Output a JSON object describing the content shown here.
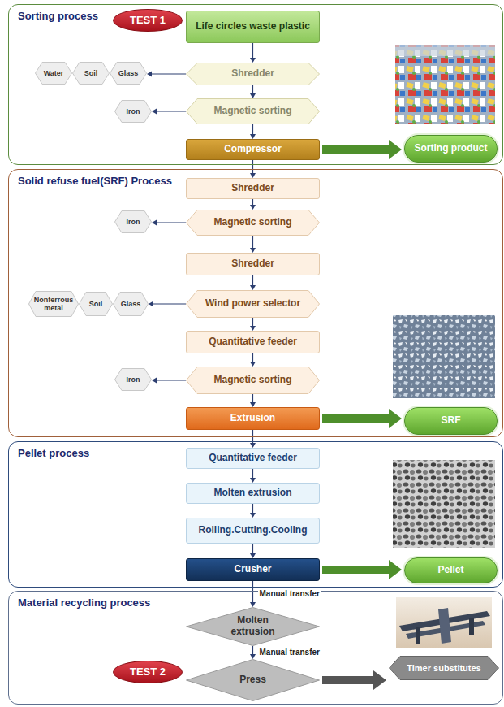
{
  "diagram": {
    "nodes": [
      {
        "text": [
          "Sorting process"
        ]
      },
      {
        "text": [
          "TEST 1"
        ],
        "in": 0
      },
      {
        "text": [
          "Life circles waste plastic"
        ],
        "in": 0
      },
      {
        "text": [
          "Water"
        ],
        "in": 0
      },
      {
        "text": [
          "Soil"
        ],
        "in": 0
      },
      {
        "text": [
          "Glass"
        ],
        "in": 0
      },
      {
        "text": [
          "Shredder"
        ],
        "in": 0
      },
      {
        "text": [
          "Iron"
        ],
        "in": 0
      },
      {
        "text": [
          "Magnetic sorting"
        ],
        "in": 0
      },
      {
        "text": [
          "Compressor"
        ],
        "in": 0
      },
      {
        "text": [
          "Sorting product"
        ],
        "in": 0
      },
      {
        "text": [
          "Solid refuse fuel(SRF) Process"
        ]
      },
      {
        "text": [
          "Shredder"
        ],
        "in": 11
      },
      {
        "text": [
          "Iron"
        ],
        "in": 11
      },
      {
        "text": [
          "Magnetic sorting"
        ],
        "in": 11
      },
      {
        "text": [
          "Shredder"
        ],
        "in": 11
      },
      {
        "text": [
          "Nonferrous metal"
        ],
        "in": 11
      },
      {
        "text": [
          "Soil"
        ],
        "in": 11
      },
      {
        "text": [
          "Glass"
        ],
        "in": 11
      },
      {
        "text": [
          "Wind power selector"
        ],
        "in": 11
      },
      {
        "text": [
          "Quantitative feeder"
        ],
        "in": 11
      },
      {
        "text": [
          "Iron"
        ],
        "in": 11
      },
      {
        "text": [
          "Magnetic sorting"
        ],
        "in": 11
      },
      {
        "text": [
          "Extrusion"
        ],
        "in": 11
      },
      {
        "text": [
          "SRF"
        ],
        "in": 11
      },
      {
        "text": [
          "Pellet process"
        ]
      },
      {
        "text": [
          "Quantitative feeder"
        ],
        "in": 25
      },
      {
        "text": [
          "Molten extrusion"
        ],
        "in": 25
      },
      {
        "text": [
          "Rolling.Cutting.Cooling"
        ],
        "in": 25
      },
      {
        "text": [
          "Crusher"
        ],
        "in": 25
      },
      {
        "text": [
          "Pellet"
        ],
        "in": 25
      },
      {
        "text": [
          "Material recycling process"
        ]
      },
      {
        "text": [
          "Molten extrusion"
        ],
        "in": 31
      },
      {
        "text": [
          "TEST 2"
        ],
        "in": 31
      },
      {
        "text": [
          "Press"
        ],
        "in": 31
      },
      {
        "text": [
          "Timer substitutes"
        ],
        "in": 31
      }
    ],
    "edges": [
      {
        "from": 2,
        "to": 6,
        "arrow": "to"
      },
      {
        "from": 6,
        "to": 5,
        "arrow": "to"
      },
      {
        "from": 6,
        "to": 8,
        "arrow": "to"
      },
      {
        "from": 8,
        "to": 7,
        "arrow": "to"
      },
      {
        "from": 8,
        "to": 9,
        "arrow": "to"
      },
      {
        "from": 9,
        "to": 10,
        "arrow": "to"
      },
      {
        "from": 9,
        "to": 12,
        "arrow": "to"
      },
      {
        "from": 12,
        "to": 14,
        "arrow": "to"
      },
      {
        "from": 14,
        "to": 13,
        "arrow": "to"
      },
      {
        "from": 14,
        "to": 15,
        "arrow": "to"
      },
      {
        "from": 15,
        "to": 19,
        "arrow": "to"
      },
      {
        "from": 19,
        "to": 18,
        "arrow": "to"
      },
      {
        "from": 19,
        "to": 20,
        "arrow": "to"
      },
      {
        "from": 20,
        "to": 22,
        "arrow": "to"
      },
      {
        "from": 22,
        "to": 21,
        "arrow": "to"
      },
      {
        "from": 22,
        "to": 23,
        "arrow": "to"
      },
      {
        "from": 23,
        "to": 24,
        "arrow": "to"
      },
      {
        "from": 23,
        "to": 26,
        "arrow": "to"
      },
      {
        "from": 26,
        "to": 27,
        "arrow": "to"
      },
      {
        "from": 27,
        "to": 28,
        "arrow": "to"
      },
      {
        "from": 28,
        "to": 29,
        "arrow": "to"
      },
      {
        "from": 29,
        "to": 30,
        "arrow": "to"
      },
      {
        "from": 29,
        "to": 32,
        "label": "Manual transfer",
        "arrow": "to"
      },
      {
        "from": 32,
        "to": 34,
        "label": "Manual transfer",
        "arrow": "to"
      },
      {
        "from": 34,
        "to": 35,
        "arrow": "to"
      }
    ]
  }
}
